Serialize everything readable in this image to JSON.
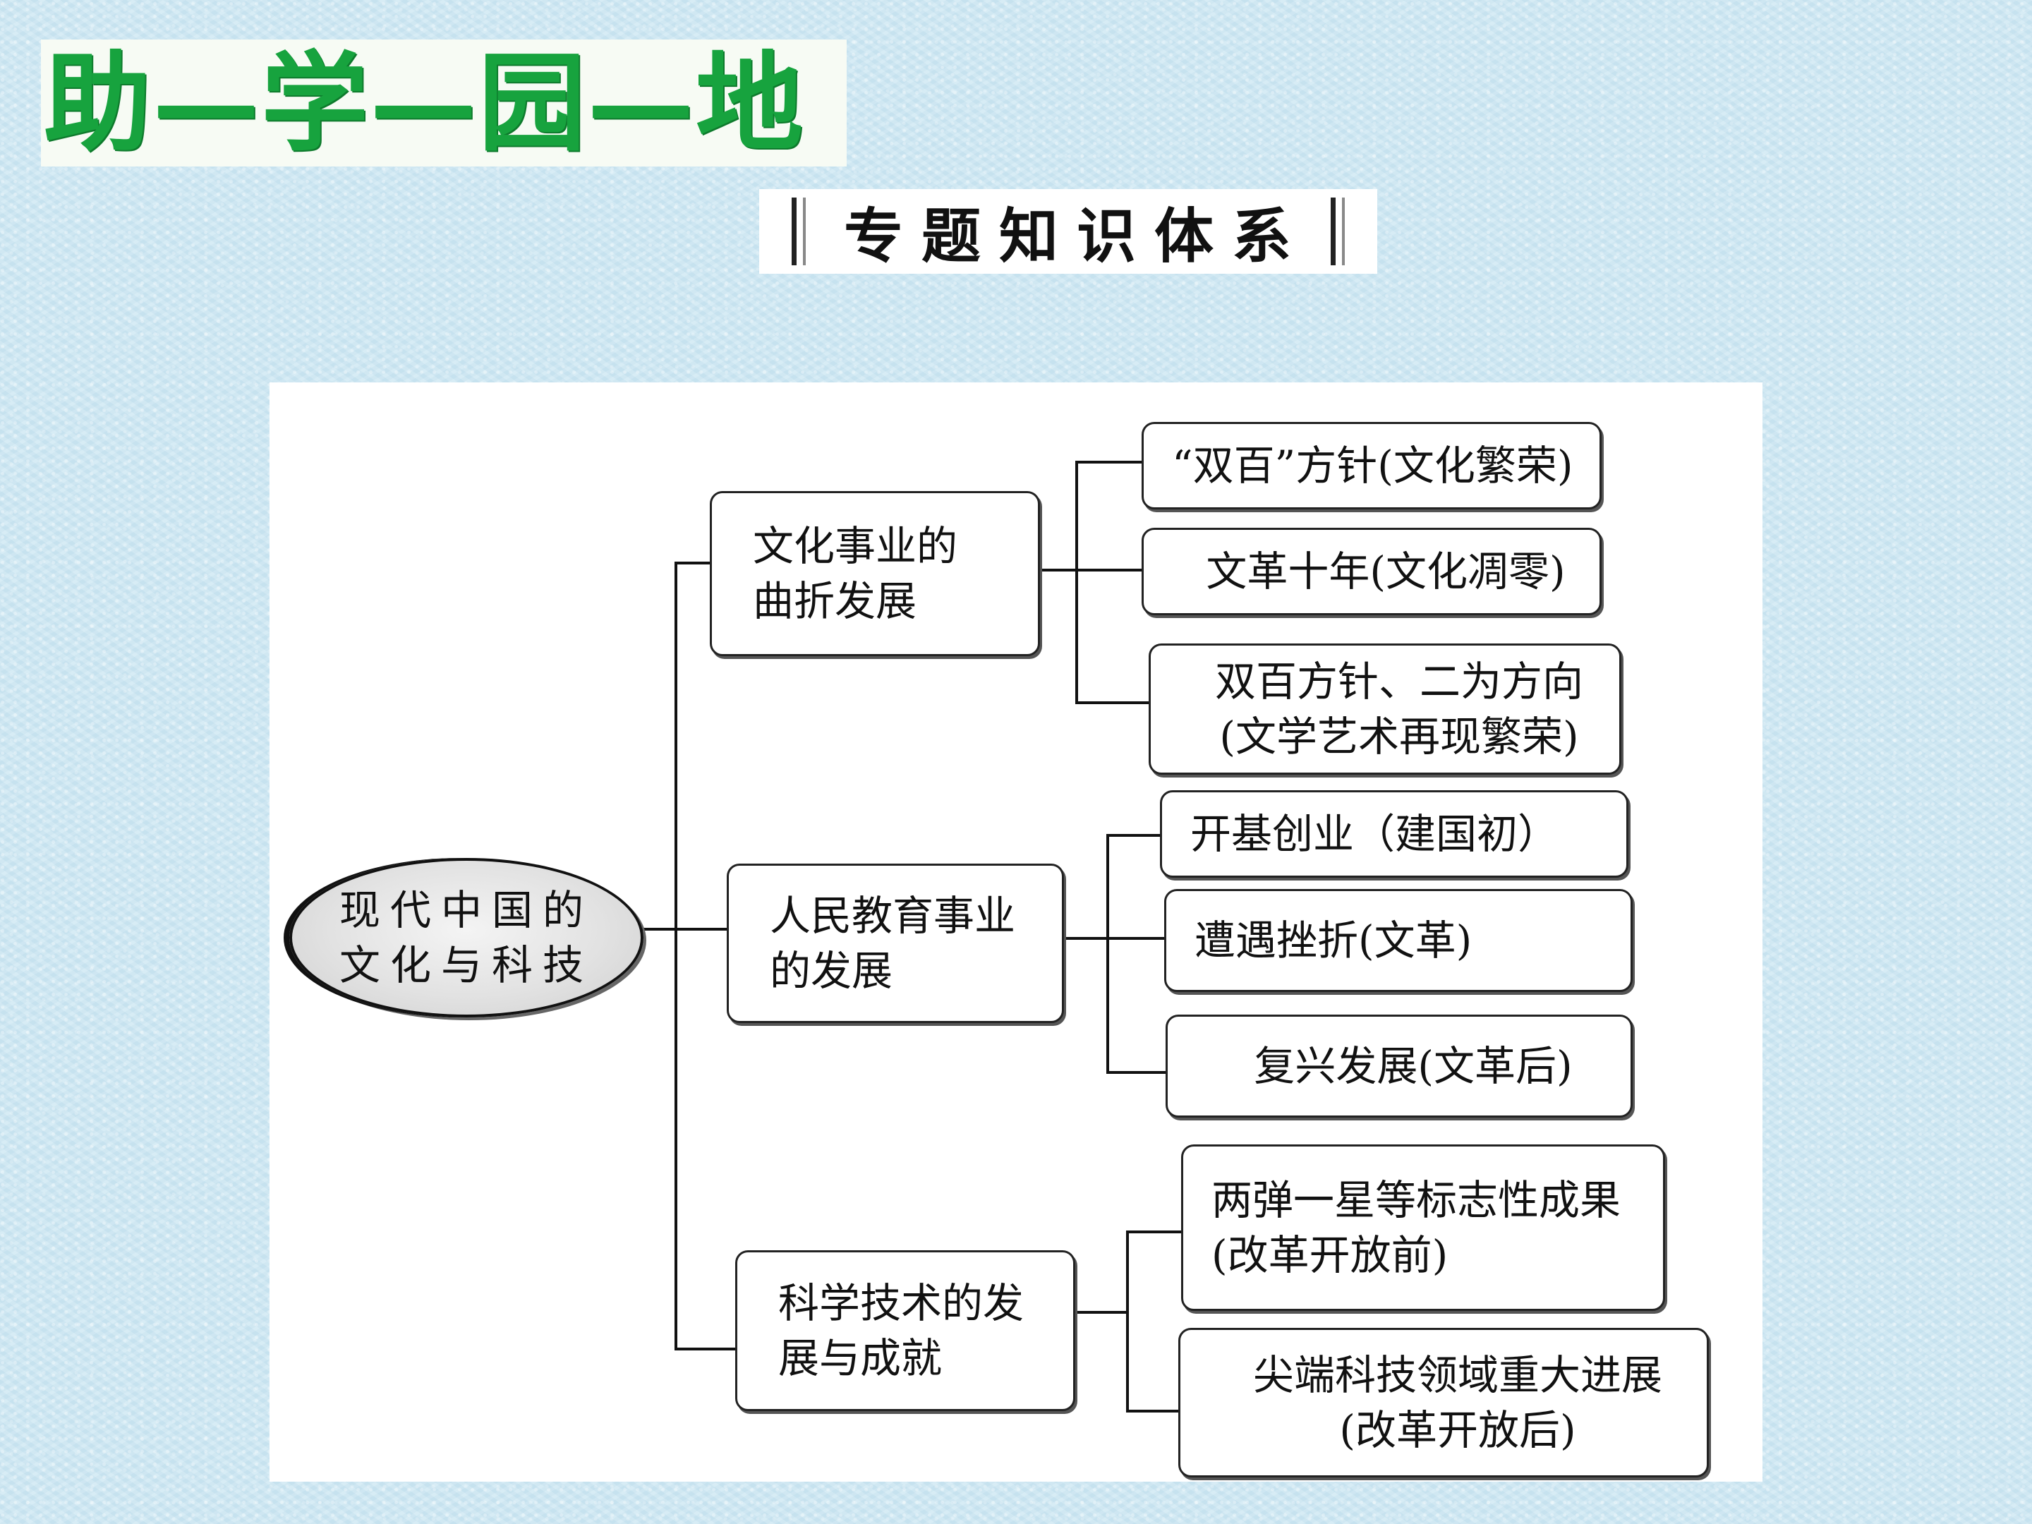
{
  "header": {
    "banner_title": "助—学—园—地",
    "subtitle": "专题知识体系"
  },
  "colors": {
    "background": "#cfe8f3",
    "banner_text": "#17a33e",
    "panel": "#ffffff",
    "stroke": "#222222"
  },
  "diagram": {
    "root": {
      "lines": [
        "现代中国的",
        "文化与科技"
      ]
    },
    "branches": [
      {
        "lines": [
          "文化事业的",
          "曲折发展"
        ],
        "children": [
          {
            "lines": [
              "“双百”方针(文化繁荣)"
            ]
          },
          {
            "lines": [
              "文革十年(文化凋零)"
            ]
          },
          {
            "lines": [
              "双百方针、二为方向",
              "(文学艺术再现繁荣)"
            ]
          }
        ]
      },
      {
        "lines": [
          "人民教育事业",
          "的发展"
        ],
        "children": [
          {
            "lines": [
              "开基创业（建国初）"
            ]
          },
          {
            "lines": [
              "遭遇挫折(文革)"
            ]
          },
          {
            "lines": [
              "复兴发展(文革后)"
            ]
          }
        ]
      },
      {
        "lines": [
          "科学技术的发",
          "展与成就"
        ],
        "children": [
          {
            "lines": [
              "两弹一星等标志性成果",
              "(改革开放前)"
            ]
          },
          {
            "lines": [
              "尖端科技领域重大进展",
              "(改革开放后)"
            ]
          }
        ]
      }
    ]
  }
}
